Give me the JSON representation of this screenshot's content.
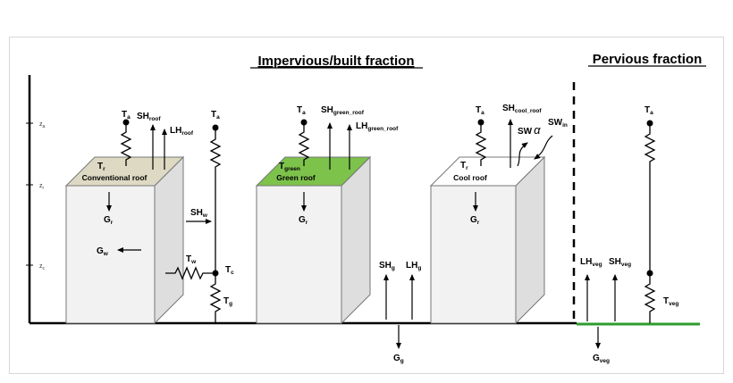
{
  "headers": {
    "impervious": "Impervious/built fraction",
    "pervious": "Pervious fraction"
  },
  "axis": {
    "ticks": [
      {
        "base": "z",
        "sub": "a"
      },
      {
        "base": "z",
        "sub": "r"
      },
      {
        "base": "z",
        "sub": "c"
      }
    ]
  },
  "roofs": {
    "conventional": "Conventional roof",
    "green": "Green roof",
    "cool": "Cool roof"
  },
  "labels": {
    "ta": {
      "base": "T",
      "sub": "a"
    },
    "tr": {
      "base": "T",
      "sub": "r"
    },
    "tgreen": {
      "base": "T",
      "sub": "green"
    },
    "tw": {
      "base": "T",
      "sub": "w"
    },
    "tc": {
      "base": "T",
      "sub": "c"
    },
    "tg": {
      "base": "T",
      "sub": "g"
    },
    "tveg": {
      "base": "T",
      "sub": "veg"
    },
    "sh_roof": {
      "base": "SH",
      "sub": "roof"
    },
    "lh_roof": {
      "base": "LH",
      "sub": "roof"
    },
    "sh_green": {
      "base": "SH",
      "sub": "green_roof"
    },
    "lh_green": {
      "base": "LH",
      "sub": "green_roof"
    },
    "sh_cool": {
      "base": "SH",
      "sub": "cool_roof"
    },
    "sw_alpha": {
      "base": "SW",
      "sym": "α"
    },
    "sw_in": {
      "base": "SW",
      "sub": "in"
    },
    "sh_w": {
      "base": "SH",
      "sub": "w"
    },
    "g_w": {
      "base": "G",
      "sub": "w"
    },
    "g_r": {
      "base": "G",
      "sub": "r"
    },
    "sh_g": {
      "base": "SH",
      "sub": "g"
    },
    "lh_g": {
      "base": "LH",
      "sub": "g"
    },
    "g_g": {
      "base": "G",
      "sub": "g"
    },
    "lh_veg": {
      "base": "LH",
      "sub": "veg"
    },
    "sh_veg": {
      "base": "SH",
      "sub": "veg"
    },
    "g_veg": {
      "base": "G",
      "sub": "veg"
    }
  },
  "colors": {
    "green_roof_top": "#7dc24b",
    "conv_roof_top": "#ddd9c3",
    "vegetation_ground": "#2e9c2e",
    "box_front": "#f2f2f2",
    "box_side": "#dedede"
  }
}
